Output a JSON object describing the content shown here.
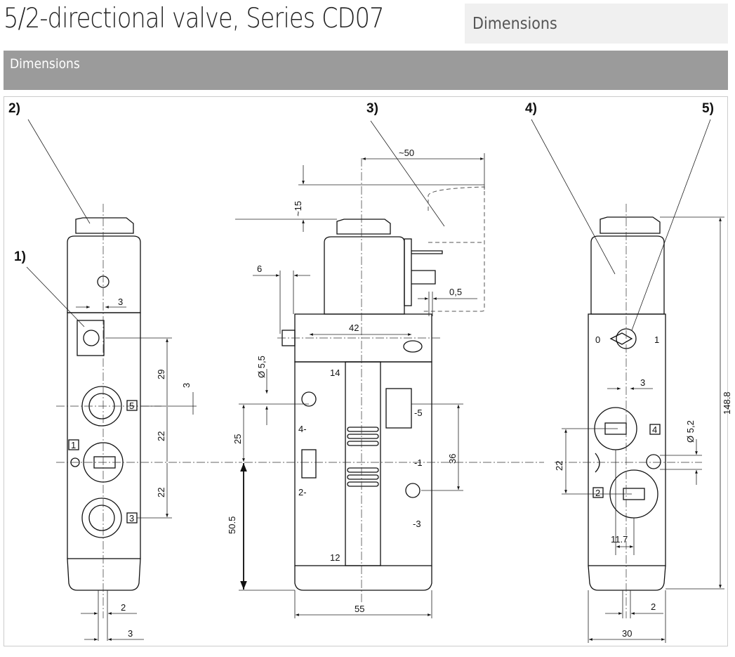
{
  "page": {
    "title": "5/2-directional valve, Series CD07",
    "tab_label": "Dimensions",
    "section_label": "Dimensions"
  },
  "drawing": {
    "callouts": [
      "1)",
      "2)",
      "3)",
      "4)",
      "5)"
    ],
    "left_view": {
      "dims": {
        "top_offset": "3",
        "d29": "29",
        "d3": "3",
        "d22a": "22",
        "d22b": "22",
        "bottom2": "2",
        "bottom3": "3"
      },
      "ports": {
        "p5": "5",
        "p1": "1",
        "p3": "3"
      }
    },
    "center_view": {
      "dims": {
        "w50": "~50",
        "h15": "~15",
        "d6": "6",
        "d05": "0,5",
        "d42": "42",
        "dia55": "Ø 5,5",
        "d25": "25",
        "d505": "50.5",
        "d36": "36",
        "d55": "55"
      },
      "pins": {
        "p14": "14",
        "p12": "12"
      },
      "ports": {
        "p4": "4-",
        "p5": "-5",
        "p1": "-1",
        "p2": "2-",
        "p3": "-3"
      }
    },
    "right_view": {
      "dims": {
        "d3": "3",
        "dia52": "Ø 5,2",
        "d22": "22",
        "d117": "11.7",
        "d2": "2",
        "d30": "30",
        "h1488": "148.8"
      },
      "switch": {
        "off": "0",
        "on": "1"
      },
      "ports": {
        "p4": "4",
        "p2": "2"
      }
    }
  }
}
